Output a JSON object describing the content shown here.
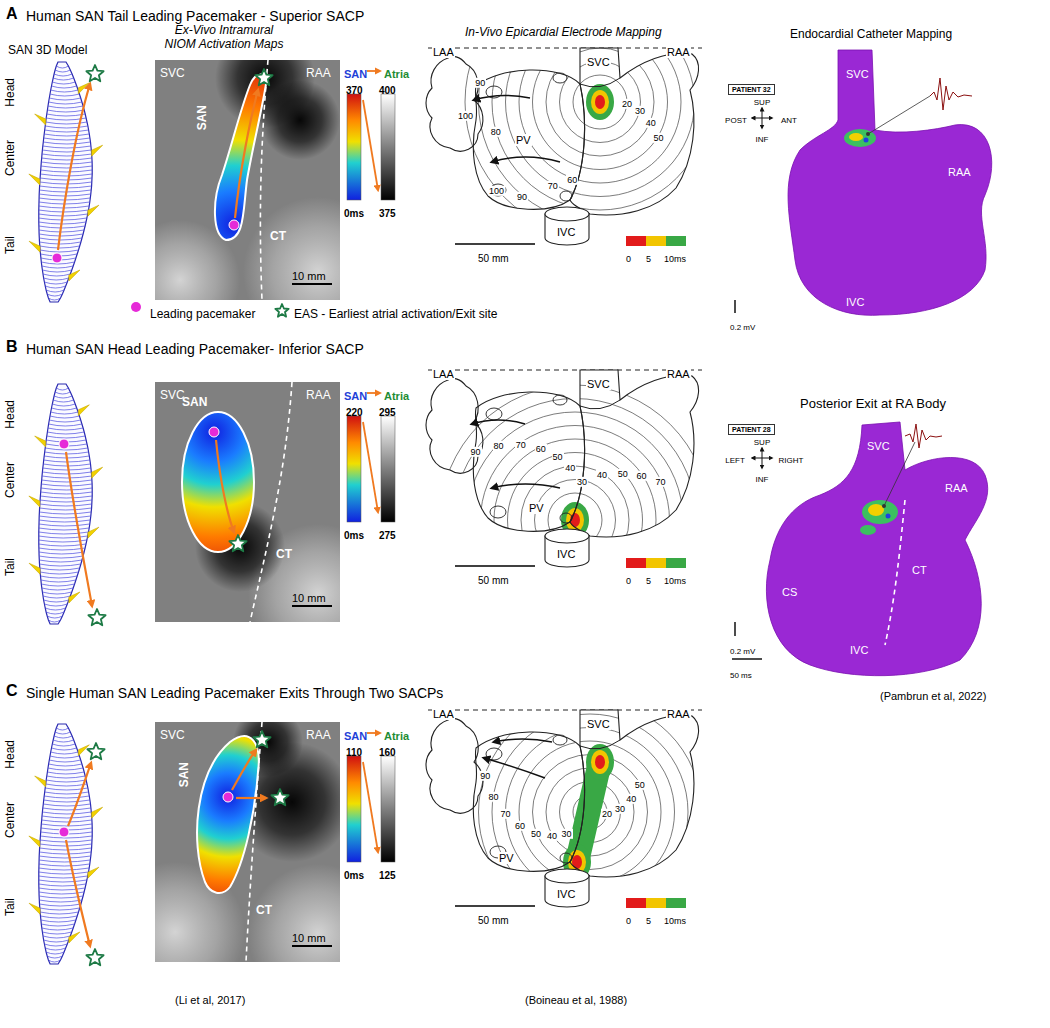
{
  "diagram": {
    "labels": [
      "A",
      "Human SAN Tail Leading Pacemaker - Superior SACP",
      "SAN 3D Model",
      "Ex-Vivo Intramural NIOM Activation Maps",
      "In-Vivo Epicardial Electrode Mapping",
      "Endocardial Catheter Mapping",
      "Head",
      "Center",
      "Tail",
      "SVC",
      "RAA",
      "SAN",
      "CT",
      "10 mm",
      "SAN",
      "Atria",
      "370",
      "400",
      "0ms",
      "375",
      "LAA",
      "SVC",
      "RAA",
      "PV",
      "IVC",
      "50 mm",
      "0",
      "5",
      "10ms",
      "90",
      "100",
      "80",
      "100",
      "90",
      "70",
      "60",
      "20",
      "30",
      "40",
      "50",
      "PATIENT 32",
      "SUP",
      "POST",
      "ANT",
      "INF",
      "SVC",
      "RAA",
      "IVC",
      "0.2 mV",
      "B",
      "Human SAN Head Leading Pacemaker- Inferior SACP",
      "Head",
      "Center",
      "Tail",
      "SVC",
      "RAA",
      "SAN",
      "CT",
      "10 mm",
      "SAN",
      "Atria",
      "220",
      "295",
      "0ms",
      "275",
      "LAA",
      "SVC",
      "RAA",
      "PV",
      "IVC",
      "50 mm",
      "0",
      "5",
      "10ms",
      "90",
      "80",
      "70",
      "60",
      "50",
      "40",
      "30",
      "40",
      "50",
      "60",
      "70",
      "Posterior Exit at RA Body",
      "PATIENT 28",
      "SUP",
      "LEFT",
      "RIGHT",
      "INF",
      "SVC",
      "RAA",
      "CT",
      "CS",
      "IVC",
      "0.2 mV",
      "50 ms",
      "(Pambrun et al, 2022)",
      "C",
      "Single Human SAN Leading Pacemaker Exits Through Two SACPs",
      "Head",
      "Center",
      "Tail",
      "SVC",
      "RAA",
      "SAN",
      "CT",
      "10 mm",
      "SAN",
      "Atria",
      "110",
      "160",
      "0ms",
      "125",
      "LAA",
      "SVC",
      "RAA",
      "PV",
      "IVC",
      "50 mm",
      "0",
      "5",
      "10ms",
      "90",
      "80",
      "70",
      "60",
      "50",
      "40",
      "30",
      "20",
      "30",
      "40",
      "50",
      "(Li et al, 2017)",
      "(Boineau et al, 1988)"
    ],
    "legend": [
      {
        "text": "Leading pacemaker",
        "color": "#e62ad8"
      },
      {
        "text": "EAS - Earliest atrial activation/Exit site"
      }
    ]
  }
}
